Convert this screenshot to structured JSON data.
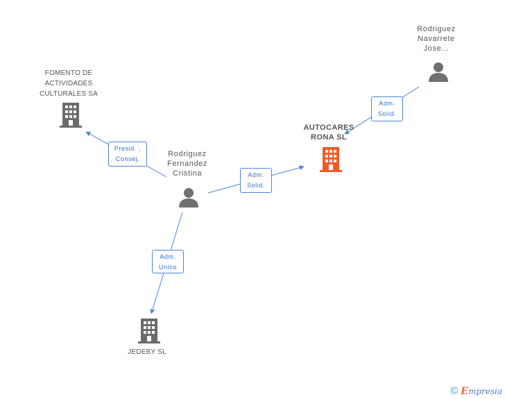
{
  "nodes": {
    "fomento": {
      "label": "FOMENTO DE\nACTIVIDADES\nCULTURALES SA",
      "type": "company"
    },
    "autocares": {
      "label": "AUTOCARES\nRONA SL",
      "type": "company-focus"
    },
    "jedeby": {
      "label": "JEDEBY SL",
      "type": "company"
    },
    "fernandez": {
      "label": "Rodriguez\nFernandez\nCristina",
      "type": "person"
    },
    "navarrete": {
      "label": "Rodriguez\nNavarrete\nJose...",
      "type": "person"
    }
  },
  "edges": {
    "presid": {
      "label": "Presid. ,\nConsej.",
      "from": "fernandez",
      "to": "fomento"
    },
    "adm_solid_1": {
      "label": "Adm.\nSolid.",
      "from": "fernandez",
      "to": "autocares"
    },
    "adm_solid_2": {
      "label": "Adm.\nSolid.",
      "from": "navarrete",
      "to": "autocares"
    },
    "adm_unico": {
      "label": "Adm.\nUnico",
      "from": "fernandez",
      "to": "jedeby"
    }
  },
  "colors": {
    "edge": "#4a86d8",
    "company_icon": "#6b6b6b",
    "focus_icon": "#f05a28",
    "person_icon": "#707070"
  },
  "footer": {
    "copyright_symbol": "©",
    "brand_first": "E",
    "brand_rest": "mpresia"
  }
}
